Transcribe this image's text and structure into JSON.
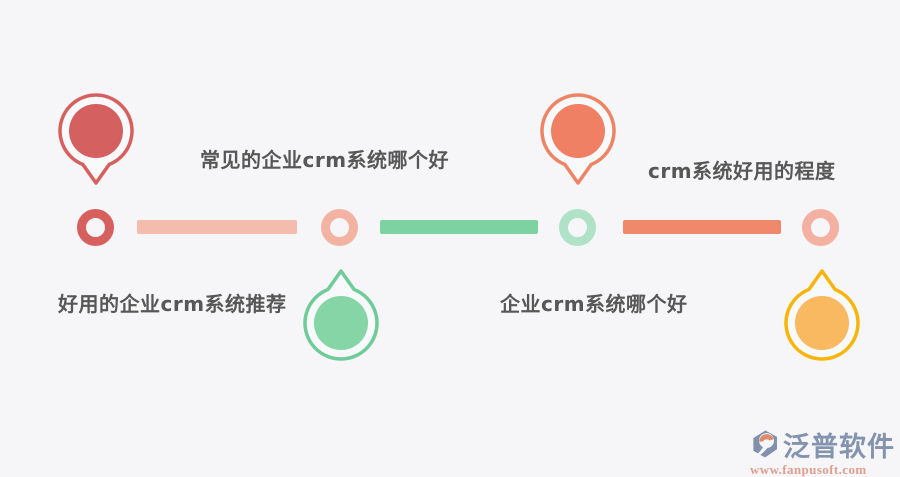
{
  "page": {
    "background": "#f6f6f8"
  },
  "timeline": {
    "text_color": "#575757",
    "pins": [
      {
        "name": "pin-1",
        "direction": "down",
        "border_color": "#d7605e",
        "fill_color": "#d4605f"
      },
      {
        "name": "pin-2",
        "direction": "down",
        "border_color": "#ef8465",
        "fill_color": "#ef8064"
      },
      {
        "name": "pin-3",
        "direction": "up",
        "border_color": "#6fcb98",
        "fill_color": "#85d5a7"
      },
      {
        "name": "pin-4",
        "direction": "up",
        "border_color": "#f7b50c",
        "fill_color": "#f8b960"
      }
    ],
    "rings": [
      {
        "color": "#d7605e"
      },
      {
        "color": "#f3b3a2"
      },
      {
        "color": "#b0e2c7"
      },
      {
        "color": "#f4b0a0"
      }
    ],
    "bars": [
      {
        "color": "#f4bcad"
      },
      {
        "color": "#7ed2a2"
      },
      {
        "color": "#f0896c"
      }
    ],
    "labels": [
      {
        "text": "常见的企业crm系统哪个好",
        "row": "top"
      },
      {
        "text": "crm系统好用的程度",
        "row": "top"
      },
      {
        "text": "好用的企业crm系统推荐",
        "row": "bottom"
      },
      {
        "text": "企业crm系统哪个好",
        "row": "bottom"
      }
    ]
  },
  "watermark": {
    "brand": "泛普软件",
    "url": "www.fanpusoft.com",
    "brand_color": "#8493ae",
    "url_color": "#df9e90",
    "icon_main_color": "#8190ac",
    "icon_accent_color": "#dc8a70"
  }
}
